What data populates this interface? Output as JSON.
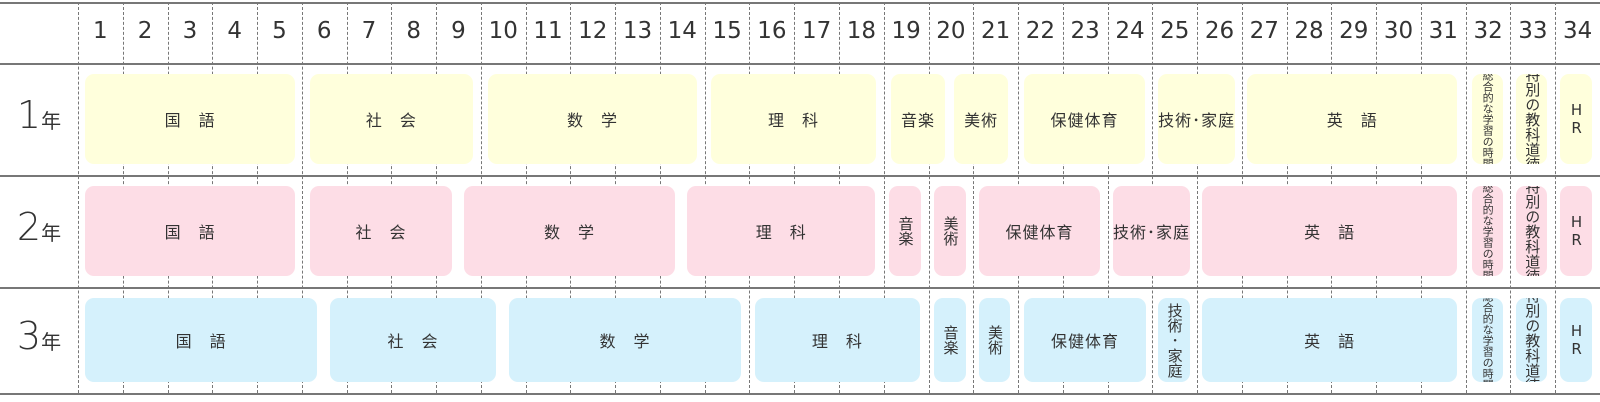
{
  "weeks": [
    "1",
    "2",
    "3",
    "4",
    "5",
    "6",
    "7",
    "8",
    "9",
    "10",
    "11",
    "12",
    "13",
    "14",
    "15",
    "16",
    "17",
    "18",
    "19",
    "20",
    "21",
    "22",
    "23",
    "24",
    "25",
    "26",
    "27",
    "28",
    "29",
    "30",
    "31",
    "32",
    "33",
    "34"
  ],
  "grades": [
    {
      "num": "1",
      "unit": "年",
      "color": "#ffffdc",
      "blocks": [
        {
          "label": "国　語",
          "start": 0.16,
          "end": 4.85
        },
        {
          "label": "社　会",
          "start": 5.18,
          "end": 8.82
        },
        {
          "label": "数　学",
          "start": 9.16,
          "end": 13.83
        },
        {
          "label": "理　科",
          "start": 14.14,
          "end": 17.83
        },
        {
          "label": "音楽",
          "start": 18.16,
          "end": 19.37
        },
        {
          "label": "美術",
          "start": 19.57,
          "end": 20.78
        },
        {
          "label": "保健体育",
          "start": 21.13,
          "end": 23.84
        },
        {
          "label": "技術･家庭",
          "start": 24.13,
          "end": 25.85
        },
        {
          "label": "英　語",
          "start": 26.12,
          "end": 30.81
        },
        {
          "label": "総合的な学習の時間",
          "start": 31.14,
          "end": 31.84
        },
        {
          "label": "特別の教科道徳",
          "start": 32.13,
          "end": 32.82
        },
        {
          "label": "HR",
          "start": 33.11,
          "end": 33.82
        }
      ]
    },
    {
      "num": "2",
      "unit": "年",
      "color": "#fddde6",
      "blocks": [
        {
          "label": "国　語",
          "start": 0.16,
          "end": 4.85
        },
        {
          "label": "社　会",
          "start": 5.18,
          "end": 8.36
        },
        {
          "label": "数　学",
          "start": 8.62,
          "end": 13.34
        },
        {
          "label": "理　科",
          "start": 13.61,
          "end": 17.81
        },
        {
          "label": "音楽",
          "start": 18.12,
          "end": 18.83
        },
        {
          "label": "美術",
          "start": 19.12,
          "end": 19.84
        },
        {
          "label": "保健体育",
          "start": 20.13,
          "end": 22.83
        },
        {
          "label": "技術･家庭",
          "start": 23.12,
          "end": 24.84
        },
        {
          "label": "英　語",
          "start": 25.11,
          "end": 30.81
        },
        {
          "label": "総合的な学習の時間",
          "start": 31.14,
          "end": 31.84
        },
        {
          "label": "特別の教科道徳",
          "start": 32.13,
          "end": 32.82
        },
        {
          "label": "HR",
          "start": 33.11,
          "end": 33.82
        }
      ]
    },
    {
      "num": "3",
      "unit": "年",
      "color": "#d5f1fc",
      "blocks": [
        {
          "label": "国　語",
          "start": 0.16,
          "end": 5.34
        },
        {
          "label": "社　会",
          "start": 5.63,
          "end": 9.34
        },
        {
          "label": "数　学",
          "start": 9.63,
          "end": 14.81
        },
        {
          "label": "理　科",
          "start": 15.12,
          "end": 18.81
        },
        {
          "label": "音楽",
          "start": 19.12,
          "end": 19.84
        },
        {
          "label": "美術",
          "start": 20.13,
          "end": 20.82
        },
        {
          "label": "保健体育",
          "start": 21.13,
          "end": 23.86
        },
        {
          "label": "技術･家庭",
          "start": 24.13,
          "end": 24.84
        },
        {
          "label": "英　語",
          "start": 25.11,
          "end": 30.81
        },
        {
          "label": "総合的な学習の時間",
          "start": 31.14,
          "end": 31.84
        },
        {
          "label": "特別の教科道徳",
          "start": 32.13,
          "end": 32.82
        },
        {
          "label": "HR",
          "start": 33.11,
          "end": 33.82
        }
      ]
    }
  ]
}
